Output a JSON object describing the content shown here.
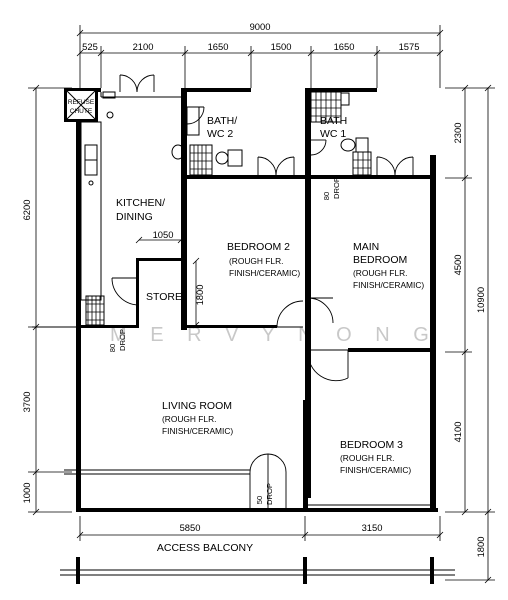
{
  "plan": {
    "overall_width": "9000",
    "top_dims": [
      "525",
      "2100",
      "1650",
      "1500",
      "1650",
      "1575"
    ],
    "left_dims": [
      "6200",
      "3700",
      "1000"
    ],
    "right_dims": [
      "2300",
      "4500",
      "4100"
    ],
    "right_total": "10900",
    "bottom_dims": [
      "5850",
      "3150"
    ],
    "balcony_depth": "1800",
    "store_width": "1050",
    "store_depth": "1800",
    "refuse_chute": [
      "REFUSE",
      "CHUTE"
    ],
    "drops": {
      "bath": [
        "80",
        "DROP"
      ],
      "store": [
        "80",
        "DROP"
      ],
      "living": [
        "50",
        "DROP"
      ]
    },
    "access_balcony": "ACCESS BALCONY",
    "watermark": "M E R V Y N   O N G"
  },
  "rooms": {
    "kitchen": [
      "KITCHEN/",
      "DINING"
    ],
    "bath2": [
      "BATH/",
      "WC 2"
    ],
    "bath1": [
      "BATH",
      "WC 1"
    ],
    "bedroom2": [
      "BEDROOM 2",
      "(ROUGH FLR.",
      "FINISH/CERAMIC)"
    ],
    "main_bedroom": [
      "MAIN",
      "BEDROOM",
      "(ROUGH FLR.",
      "FINISH/CERAMIC)"
    ],
    "store": "STORE",
    "living": [
      "LIVING ROOM",
      "(ROUGH FLR.",
      "FINISH/CERAMIC)"
    ],
    "bedroom3": [
      "BEDROOM 3",
      "(ROUGH FLR.",
      "FINISH/CERAMIC)"
    ]
  }
}
